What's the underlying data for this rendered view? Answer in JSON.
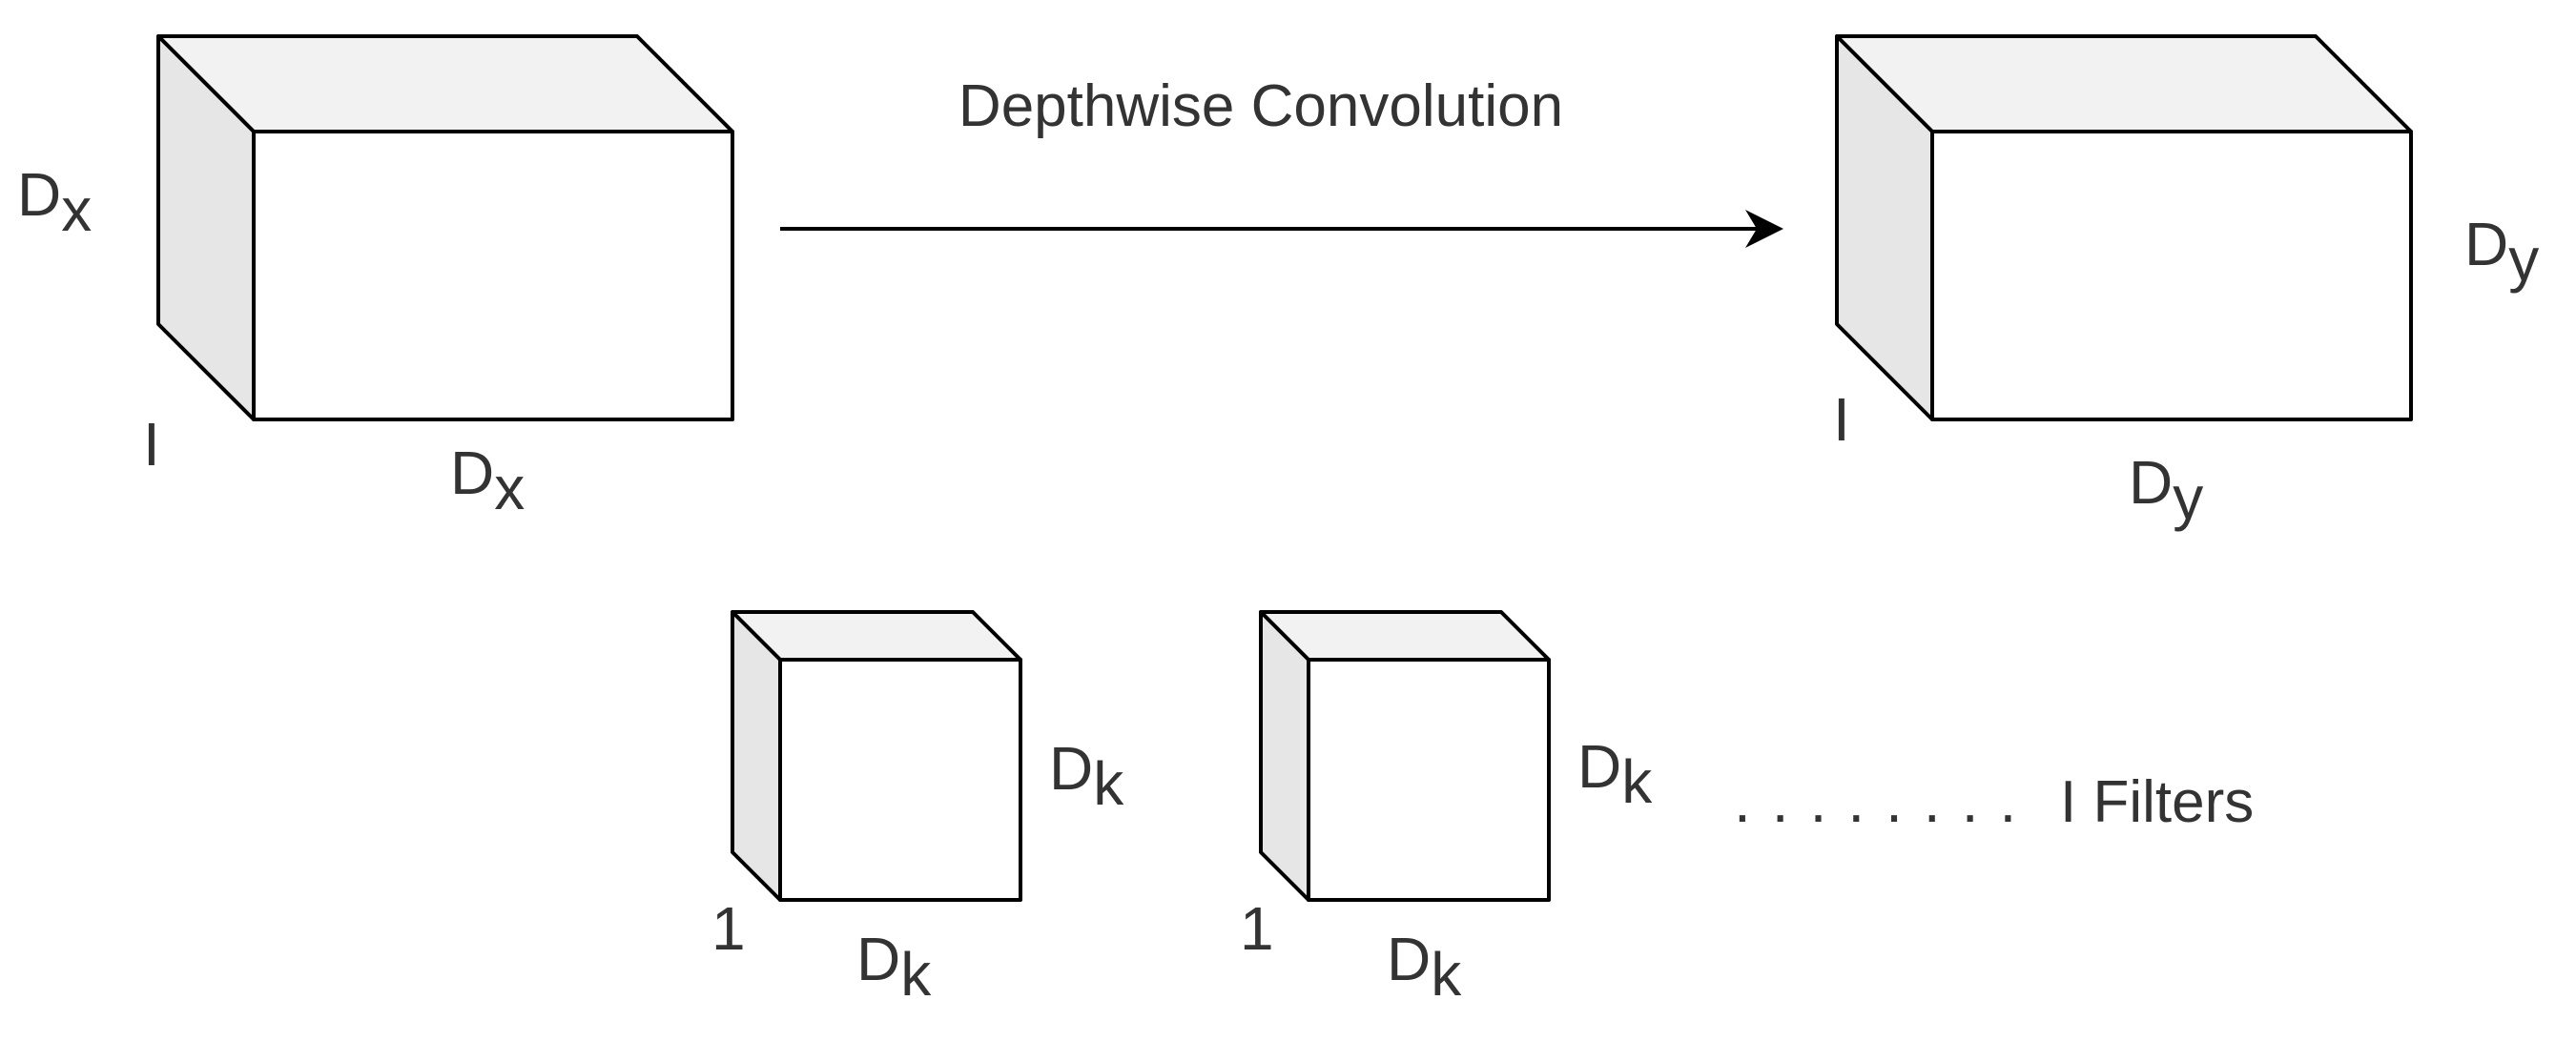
{
  "operation_label": "Depthwise Convolution",
  "input": {
    "height_label": {
      "base": "D",
      "sub": "x"
    },
    "width_label": {
      "base": "D",
      "sub": "x"
    },
    "depth_label": "I"
  },
  "output": {
    "height_label": {
      "base": "D",
      "sub": "y"
    },
    "width_label": {
      "base": "D",
      "sub": "y"
    },
    "depth_label": "I"
  },
  "filters": [
    {
      "height_label": {
        "base": "D",
        "sub": "k"
      },
      "width_label": {
        "base": "D",
        "sub": "k"
      },
      "depth_label": "1"
    },
    {
      "height_label": {
        "base": "D",
        "sub": "k"
      },
      "width_label": {
        "base": "D",
        "sub": "k"
      },
      "depth_label": "1"
    }
  ],
  "filters_ellipsis": "........",
  "filters_count_label": "I Filters",
  "colors": {
    "front": "#ffffff",
    "top": "#f2f2f2",
    "side": "#e6e6e6",
    "stroke": "#000000",
    "text": "#333333"
  }
}
